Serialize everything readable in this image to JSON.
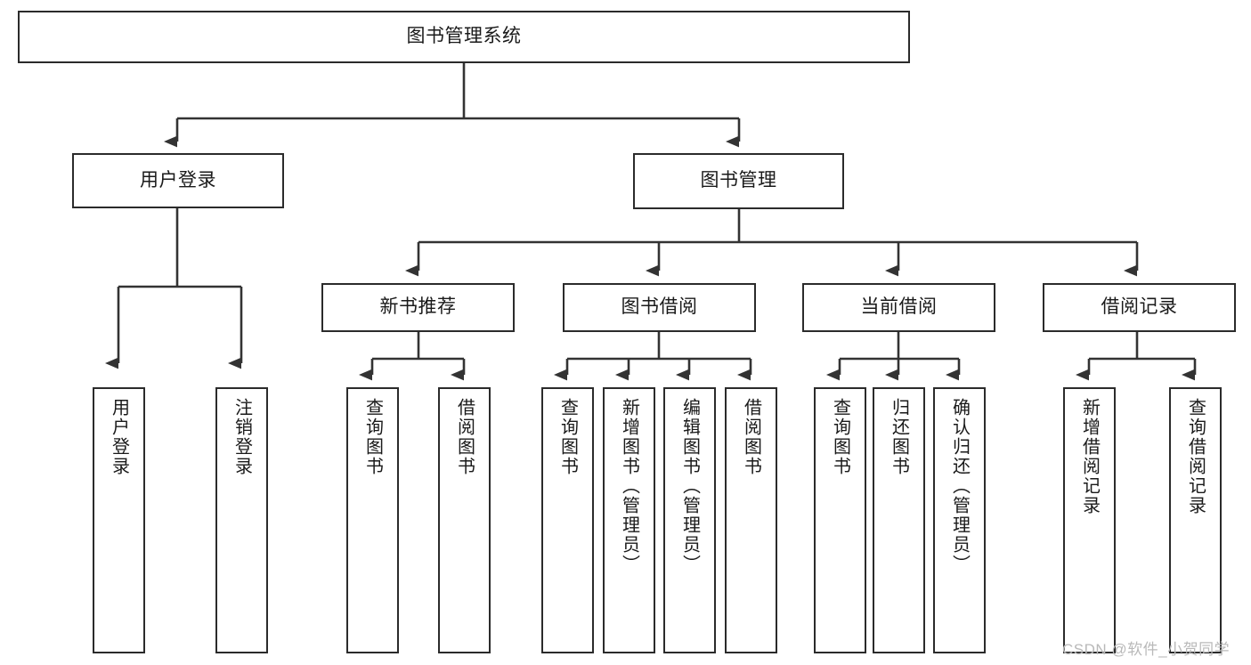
{
  "diagram": {
    "type": "tree",
    "title": "图书管理系统",
    "colors": {
      "box_border": "#2b2b2b",
      "box_fill": "#ffffff",
      "edge": "#333333",
      "text": "#1a1a1a",
      "watermark": "#b9b9b9"
    },
    "nodes": {
      "root": {
        "label": "图书管理系统"
      },
      "level1": [
        {
          "label": "用户登录"
        },
        {
          "label": "图书管理"
        }
      ],
      "level2": [
        {
          "label": "新书推荐"
        },
        {
          "label": "图书借阅"
        },
        {
          "label": "当前借阅"
        },
        {
          "label": "借阅记录"
        }
      ],
      "leaves": {
        "user_login": [
          {
            "label": "用户登录"
          },
          {
            "label": "注销登录"
          }
        ],
        "new_book": [
          {
            "label": "查询图书"
          },
          {
            "label": "借阅图书"
          }
        ],
        "book_borrow": [
          {
            "label": "查询图书"
          },
          {
            "label": "新增图书（管理员）"
          },
          {
            "label": "编辑图书（管理员）"
          },
          {
            "label": "借阅图书"
          }
        ],
        "current_borrow": [
          {
            "label": "查询图书"
          },
          {
            "label": "归还图书"
          },
          {
            "label": "确认归还（管理员）"
          }
        ],
        "borrow_record": [
          {
            "label": "新增借阅记录"
          },
          {
            "label": "查询借阅记录"
          }
        ]
      }
    },
    "watermark": {
      "text": "CSDN @软件_小贺同学"
    }
  }
}
